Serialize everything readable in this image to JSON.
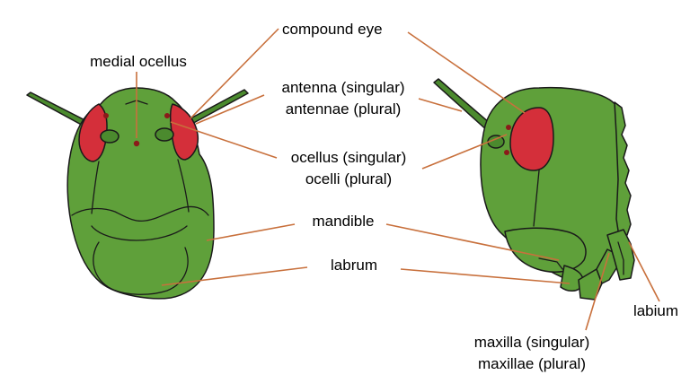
{
  "labels": {
    "compound_eye": "compound eye",
    "medial_ocellus": "medial ocellus",
    "antenna_singular": "antenna (singular)",
    "antenna_plural": "antennae (plural)",
    "ocellus_singular": "ocellus (singular)",
    "ocellus_plural": "ocelli (plural)",
    "mandible": "mandible",
    "labrum": "labrum",
    "labium": "labium",
    "maxilla_singular": "maxilla (singular)",
    "maxilla_plural": "maxillae (plural)"
  },
  "colors": {
    "head_green": "#5fa03a",
    "eye_red": "#d42f3a",
    "leader_line": "#c8703c",
    "ocellus_dark": "#8b1a1a",
    "outline": "#1a1a1a",
    "antenna_green": "#4b8a2e"
  }
}
